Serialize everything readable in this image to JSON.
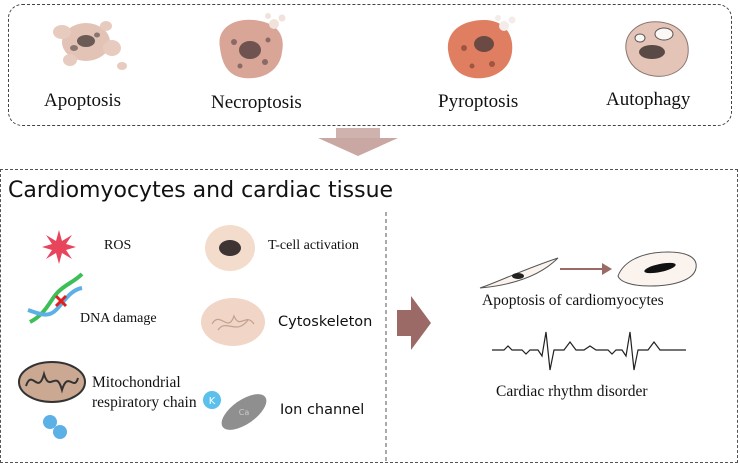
{
  "cell_death_types": [
    {
      "label": "Apoptosis",
      "icon": "apoptotic-cell-icon"
    },
    {
      "label": "Necroptosis",
      "icon": "necroptotic-cell-icon"
    },
    {
      "label": "Pyroptosis",
      "icon": "pyroptotic-cell-icon"
    },
    {
      "label": "Autophagy",
      "icon": "autophagic-cell-icon"
    }
  ],
  "section": {
    "title": "Cardiomyocytes and cardiac tissue"
  },
  "factors": {
    "ros": "ROS",
    "dna_damage": "DNA damage",
    "mito_line1": "Mitochondrial",
    "mito_line2": "respiratory chain",
    "t_cell": "T-cell activation",
    "cytoskeleton": "Cytoskeleton",
    "ion_channel": "Ion channel"
  },
  "ion_labels": {
    "k": "K",
    "ca": "Ca"
  },
  "outcomes": {
    "apoptosis": "Apoptosis of cardiomyocytes",
    "rhythm": "Cardiac rhythm disorder"
  },
  "colors": {
    "flow_arrow": "#c9a7a3",
    "big_arrow": "#9b6a67",
    "cell_pink": "#e9c4b6",
    "ros_red": "#e8455d",
    "dna_green": "#3cbf57",
    "dna_blue": "#5bb0e6",
    "ion_blue": "#5bc0eb",
    "ion_grey": "#8f8f8f"
  }
}
